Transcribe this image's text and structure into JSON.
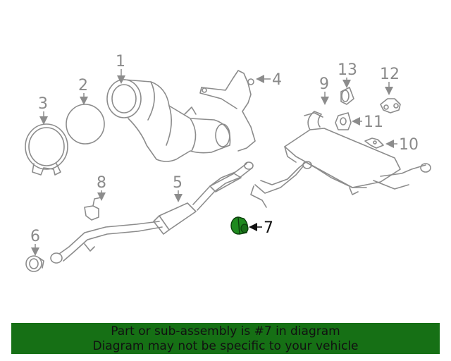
{
  "diagram": {
    "callouts": [
      "1",
      "2",
      "3",
      "4",
      "5",
      "6",
      "7",
      "8",
      "9",
      "10",
      "11",
      "12",
      "13"
    ],
    "highlighted_part": "7",
    "highlight_color": "#1f8a1f"
  },
  "banner": {
    "line1": "Part or sub-assembly is #7 in diagram",
    "line2": "Diagram may not be specific to your vehicle",
    "background": "#167015"
  }
}
